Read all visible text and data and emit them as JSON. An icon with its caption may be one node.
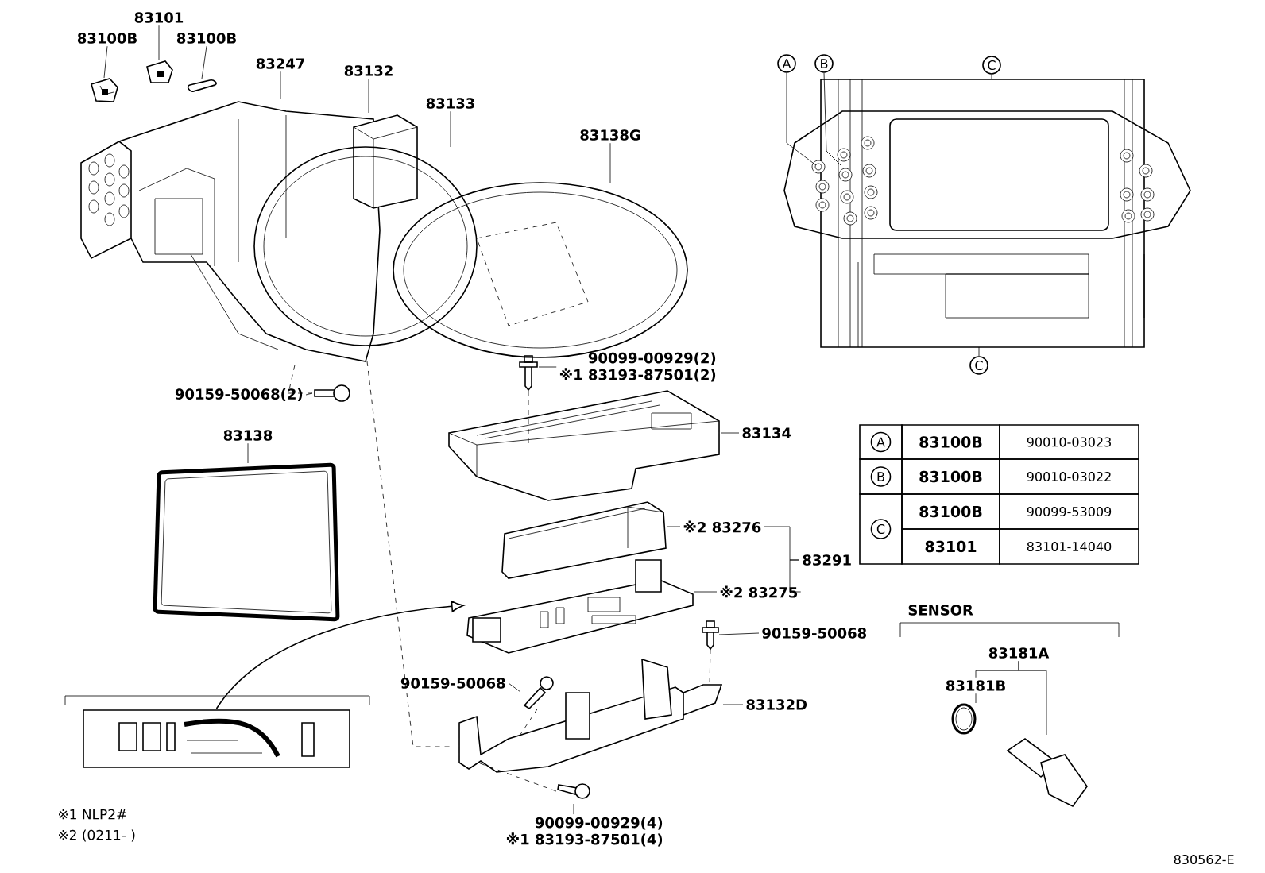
{
  "diagram": {
    "nodes": [
      {
        "text": [
          "83100B"
        ]
      },
      {
        "text": [
          "83101"
        ]
      },
      {
        "text": [
          "83100B"
        ]
      },
      {
        "text": [],
        "shape": "picture"
      },
      {
        "text": [],
        "shape": "picture"
      },
      {
        "text": [],
        "shape": "picture"
      },
      {
        "text": [
          "83247"
        ]
      },
      {
        "text": [
          "83132"
        ]
      },
      {
        "text": [
          "83133"
        ]
      },
      {
        "text": [
          "83138G"
        ]
      },
      {
        "text": [],
        "shape": "picture"
      },
      {
        "text": [],
        "shape": "picture"
      },
      {
        "text": [],
        "shape": "picture"
      },
      {
        "text": [],
        "shape": "picture"
      },
      {
        "text": [
          "90159-50068(2)"
        ]
      },
      {
        "text": [],
        "shape": "picture"
      },
      {
        "text": [
          "83138"
        ]
      },
      {
        "text": [],
        "shape": "picture"
      },
      {
        "text": [
          "90099-00929(2)",
          "※1 83193-87501(2)"
        ]
      },
      {
        "text": [],
        "shape": "picture"
      },
      {
        "text": [
          "83134"
        ]
      },
      {
        "text": [],
        "shape": "picture"
      },
      {
        "text": [
          "※2 83276"
        ]
      },
      {
        "text": [],
        "shape": "picture"
      },
      {
        "text": [
          "※2 83275"
        ]
      },
      {
        "text": [],
        "shape": "picture"
      },
      {
        "text": [
          "83291"
        ]
      },
      {
        "text": [
          "90159-50068"
        ]
      },
      {
        "text": [],
        "shape": "picture"
      },
      {
        "text": [
          "90159-50068"
        ]
      },
      {
        "text": [],
        "shape": "picture"
      },
      {
        "text": [
          "83132D"
        ]
      },
      {
        "text": [],
        "shape": "picture"
      },
      {
        "text": [],
        "shape": "picture"
      },
      {
        "text": [
          "90099-00929(4)",
          "※1 83193-87501(4)"
        ]
      },
      {
        "text": [],
        "shape": "picture"
      },
      {
        "text": [],
        "shape": "picture"
      },
      {
        "text": [
          "A"
        ]
      },
      {
        "text": [
          "B"
        ]
      },
      {
        "text": [
          "C"
        ]
      },
      {
        "text": [
          "C"
        ]
      },
      {
        "text": [
          "83181A"
        ]
      },
      {
        "text": [
          "83181B"
        ]
      },
      {
        "text": [],
        "shape": "picture"
      },
      {
        "text": [],
        "shape": "picture"
      }
    ],
    "edges": [
      {
        "from": 0,
        "to": 3,
        "arrow": "none"
      },
      {
        "from": 1,
        "to": 4,
        "arrow": "none"
      },
      {
        "from": 2,
        "to": 5,
        "arrow": "none"
      },
      {
        "from": 6,
        "to": 10,
        "arrow": "none"
      },
      {
        "from": 7,
        "to": 11,
        "arrow": "none"
      },
      {
        "from": 8,
        "to": 12,
        "arrow": "none"
      },
      {
        "from": 9,
        "to": 13,
        "arrow": "none"
      },
      {
        "from": 14,
        "to": 15,
        "arrow": "none"
      },
      {
        "from": 16,
        "to": 17,
        "arrow": "none"
      },
      {
        "from": 18,
        "to": 19,
        "arrow": "none"
      },
      {
        "from": 20,
        "to": 21,
        "arrow": "none"
      },
      {
        "from": 22,
        "to": 23,
        "arrow": "none"
      },
      {
        "from": 24,
        "to": 25,
        "arrow": "none"
      },
      {
        "from": 26,
        "to": 22,
        "arrow": "none"
      },
      {
        "from": 26,
        "to": 24,
        "arrow": "none"
      },
      {
        "from": 27,
        "to": 28,
        "arrow": "none"
      },
      {
        "from": 29,
        "to": 30,
        "arrow": "none"
      },
      {
        "from": 31,
        "to": 32,
        "arrow": "none"
      },
      {
        "from": 34,
        "to": 33,
        "arrow": "none"
      },
      {
        "from": 41,
        "to": 42,
        "arrow": "none"
      },
      {
        "from": 41,
        "to": 44,
        "arrow": "none"
      },
      {
        "from": 42,
        "to": 43,
        "arrow": "none"
      },
      {
        "from": 37,
        "to": 36,
        "arrow": "none"
      },
      {
        "from": 38,
        "to": 36,
        "arrow": "none"
      },
      {
        "from": 39,
        "to": 36,
        "arrow": "none"
      },
      {
        "from": 40,
        "to": 36,
        "arrow": "none"
      },
      {
        "from": 15,
        "to": 10,
        "arrow": "none",
        "style": "dashed"
      },
      {
        "from": 19,
        "to": 21,
        "arrow": "none",
        "style": "dashed"
      },
      {
        "from": 10,
        "to": 32,
        "arrow": "none",
        "style": "dashed"
      },
      {
        "from": 28,
        "to": 32,
        "arrow": "none",
        "style": "dashed"
      },
      {
        "from": 30,
        "to": 32,
        "arrow": "none",
        "style": "dashed"
      },
      {
        "from": 33,
        "to": 32,
        "arrow": "none",
        "style": "dashed"
      },
      {
        "from": 35,
        "to": 25,
        "arrow": "to"
      }
    ],
    "labels": [
      "A",
      "83100B",
      "90010-03023",
      "B",
      "83100B",
      "90010-03022",
      "C",
      "83100B",
      "90099-53009",
      "83101",
      "83101-14040",
      "SENSOR",
      "※1 NLP2#",
      "※2 (0211-    )",
      "830562-E"
    ]
  }
}
